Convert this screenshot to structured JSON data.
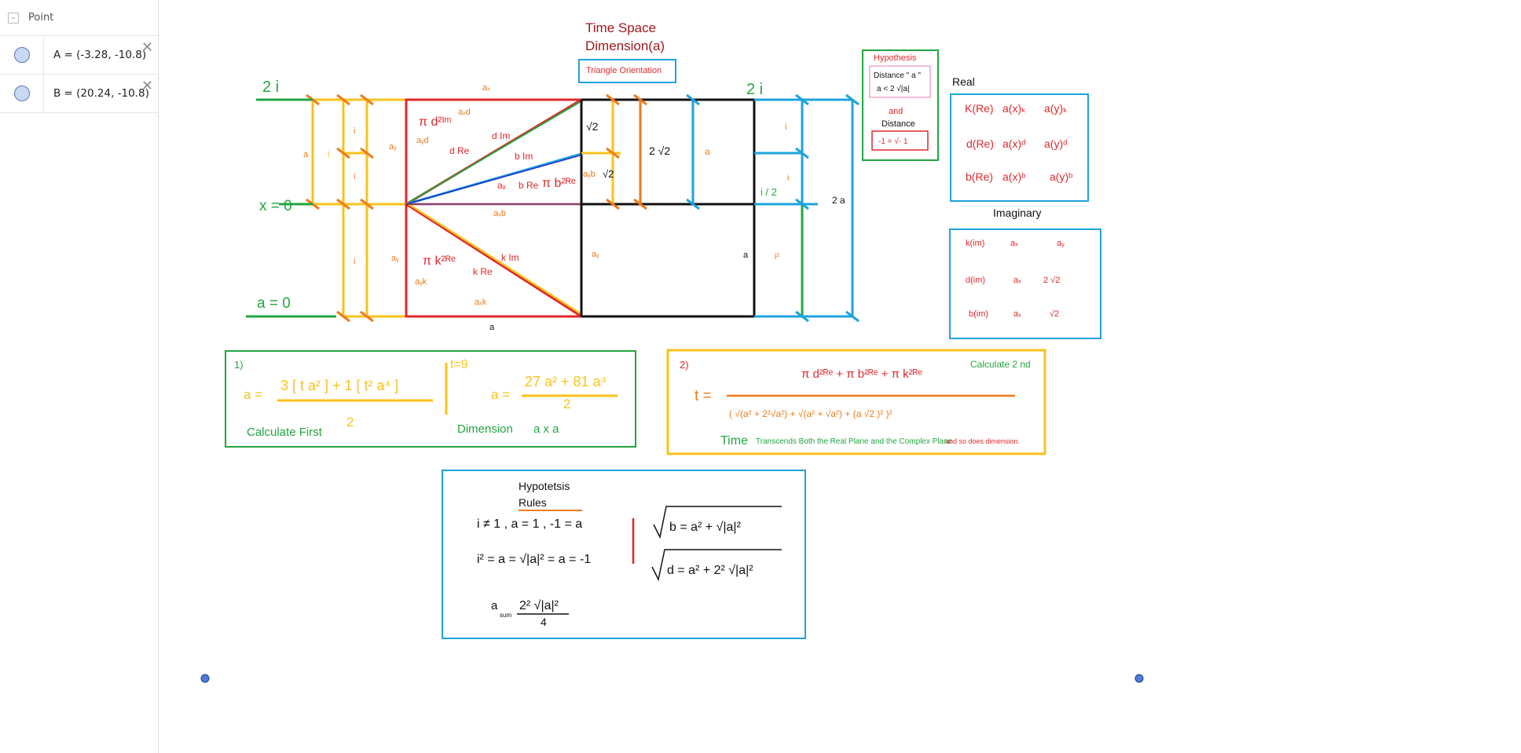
{
  "algebra": {
    "title": "Point",
    "collapse_symbol": "–",
    "items": [
      {
        "expr": "A = (-3.28, -10.8)",
        "delete_symbol": "✕"
      },
      {
        "expr": "B = (20.24, -10.8)",
        "delete_symbol": "✕"
      }
    ]
  },
  "canvas": {
    "title_line1": "Time Space",
    "title_line2": "Dimension(a)",
    "triangle_orientation": "Triangle Orientation",
    "labels": {
      "two_i_left": "2 i",
      "two_i_right": "2 i",
      "x_zero": "x = 0",
      "a_zero": "a = 0",
      "sqrt2": "√2",
      "two_sqrt2": "2 √2",
      "i_half": "i / 2",
      "two_a": "2 a",
      "a_bottom": "a",
      "a_mid": "a",
      "i": "i",
      "a": "a"
    },
    "hypothesis": {
      "title": "Hypothesis",
      "line1": "Distance \" a \"",
      "line2": "a < 2 √|a|",
      "and": "and",
      "distance": "Distance",
      "line3": "-1 = √- 1"
    },
    "real": {
      "title": "Real",
      "rows": [
        [
          "K(Re)",
          "a(x)ₖ",
          "a(y)ₖ"
        ],
        [
          "d(Re)",
          "a(x)ᵈ",
          "a(y)ᵈ"
        ],
        [
          "b(Re)",
          "a(x)ᵇ",
          "a(y)ᵇ"
        ]
      ]
    },
    "imaginary": {
      "title": "Imaginary",
      "rows": [
        [
          "k(im)",
          "aₓ",
          "aᵧ"
        ],
        [
          "d(im)",
          "aₓ",
          "2 √2"
        ],
        [
          "b(im)",
          "aₓ",
          "√2"
        ]
      ]
    },
    "box1": {
      "num": "1)",
      "a_eq": "a =",
      "numerator": "3 [ t a² ]  +  1 [ t²  a⁴ ]",
      "denominator": "2",
      "calc_first": "Calculate First",
      "t9": "t=9",
      "a_eq2": "a =",
      "numerator2": "27 a² + 81 a⁴",
      "denominator2": "2",
      "dimension": "Dimension",
      "axa": "a x a"
    },
    "box2": {
      "num": "2)",
      "t_eq": "t  =",
      "numerator": "π d²ᴿᵉ +  π b²ᴿᵉ +  π k²ᴿᵉ",
      "calc_second": "Calculate 2 nd",
      "denominator": "( √(a² + 2²√a²)  +  √(a² + √a²)  + (a √2 )² )²",
      "time": "Time",
      "transcends": "Transcends  Both the Real Plane and the Complex Plane",
      "and_so": "and so does dimension."
    },
    "rules": {
      "title": "Hypotetsis",
      "subtitle": "Rules",
      "line1": "i ≠ 1  , a =  1  ,  -1 =  a",
      "line2": "i² = a =  √|a|²  = a  =  -1",
      "b_eq": "b  =  a²  +  √|a|²",
      "d_eq": "d  =  a²  +  2² √|a|²",
      "asum": "a",
      "asum_sub": "sum",
      "asum_num": "2²  √|a|²",
      "asum_den": "4"
    }
  },
  "colors": {
    "red": "#e0272b",
    "darkred": "#a3161c",
    "green": "#22a640",
    "orange": "#f07a1a",
    "yellow": "#f9c21a",
    "blue": "#1ea3dc",
    "pink": "#e87cb6",
    "black": "#111111",
    "point": "#4d7be0"
  }
}
